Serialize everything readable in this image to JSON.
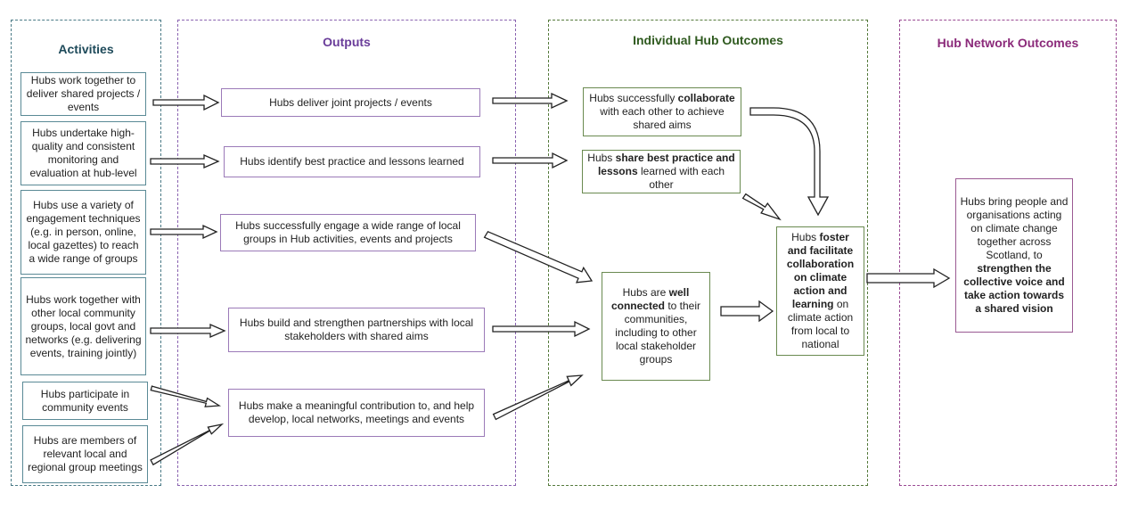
{
  "columns": {
    "activities": "Activities",
    "outputs": "Outputs",
    "individual": "Individual Hub Outcomes",
    "network": "Hub Network Outcomes"
  },
  "activities": [
    "Hubs work together to deliver shared projects / events",
    "Hubs undertake high-quality and consistent monitoring and evaluation at hub-level",
    "Hubs use a variety of engagement techniques (e.g. in person, online, local gazettes) to reach a wide range of groups",
    "Hubs work together with other local community groups, local govt and networks (e.g. delivering events, training jointly)",
    "Hubs participate in community events",
    "Hubs are members of relevant local and regional group meetings"
  ],
  "outputs": [
    "Hubs deliver joint projects / events",
    "Hubs identify best practice and lessons learned",
    "Hubs successfully engage a wide range of local groups in Hub activities, events and projects",
    "Hubs build and strengthen partnerships with local stakeholders with shared aims",
    "Hubs make a meaningful contribution to, and help develop, local networks, meetings and events"
  ],
  "individual": {
    "collaborate": {
      "pre": "Hubs successfully ",
      "bold": "collaborate",
      "post": " with each other to achieve shared aims"
    },
    "share": {
      "pre": "Hubs ",
      "bold": "share best practice and lessons",
      "post": " learned with each other"
    },
    "connected": {
      "pre": "Hubs are ",
      "bold": "well connected",
      "post": " to their communities, including to other local stakeholder groups"
    },
    "foster": {
      "pre": "Hubs ",
      "bold": "foster and facilitate collaboration on climate action and learning",
      "post": " on climate action from local to national"
    }
  },
  "network": {
    "pre": "Hubs bring people and organisations acting on climate change together across Scotland, to ",
    "bold": "strengthen the collective voice and take action towards a shared vision",
    "post": ""
  }
}
